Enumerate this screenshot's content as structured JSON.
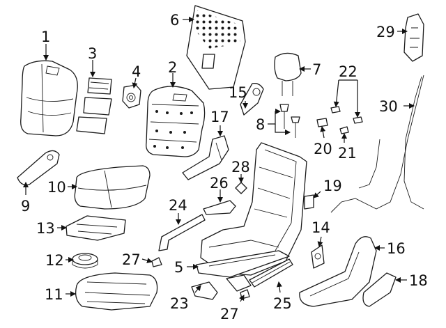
{
  "callouts": {
    "c1": "1",
    "c2": "2",
    "c3": "3",
    "c4": "4",
    "c5": "5",
    "c6": "6",
    "c7": "7",
    "c8": "8",
    "c9": "9",
    "c10": "10",
    "c11": "11",
    "c12": "12",
    "c13": "13",
    "c14": "14",
    "c15": "15",
    "c16": "16",
    "c17": "17",
    "c18": "18",
    "c19": "19",
    "c20": "20",
    "c21": "21",
    "c22": "22",
    "c23": "23",
    "c24": "24",
    "c25": "25",
    "c26": "26",
    "c27a": "27",
    "c27b": "27",
    "c28": "28",
    "c29": "29",
    "c30": "30"
  }
}
